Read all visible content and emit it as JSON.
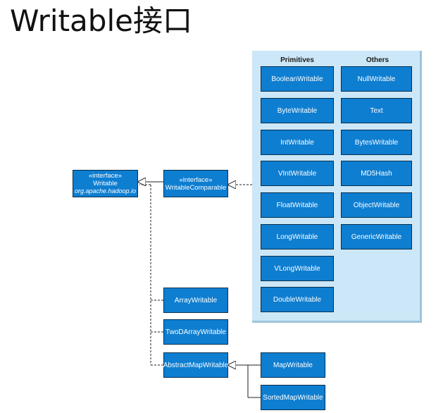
{
  "title": "Writable接口",
  "diagram": {
    "writable_iface": {
      "stereotype": "«interface»",
      "name": "Writable",
      "package": "org.apache.hadoop.io"
    },
    "comparable_iface": {
      "stereotype": "«interface»",
      "name": "WritableComparable"
    },
    "primitives_header": "Primitives",
    "others_header": "Others",
    "primitives": [
      "BooleanWritable",
      "ByteWritable",
      "IntWritable",
      "VIntWritable",
      "FloatWritable",
      "LongWritable",
      "VLongWritable",
      "DoubleWritable"
    ],
    "others": [
      "NullWritable",
      "Text",
      "BytesWritable",
      "MD5Hash",
      "ObjectWritable",
      "GenericWritable"
    ],
    "writable_subclasses": [
      "ArrayWritable",
      "TwoDArrayWritable",
      "AbstractMapWritable"
    ],
    "map_subclasses": [
      "MapWritable",
      "SortedMapWritable"
    ],
    "colors": {
      "box": "#0e7ed1",
      "panel": "#cce7f7"
    }
  }
}
